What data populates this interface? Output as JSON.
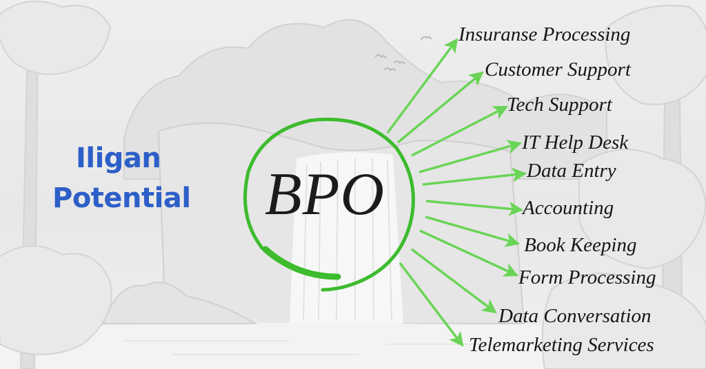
{
  "title": {
    "line1": "Iligan",
    "line2": "Potential",
    "color": "#2d5fc8"
  },
  "center": {
    "label": "BPO",
    "circle_color": "#3dbb2d",
    "arrow_color": "#6ad456"
  },
  "services": [
    {
      "label": "Insuranse Processing"
    },
    {
      "label": "Customer Support"
    },
    {
      "label": "Tech Support"
    },
    {
      "label": "IT Help Desk"
    },
    {
      "label": "Data Entry"
    },
    {
      "label": "Accounting"
    },
    {
      "label": "Book Keeping"
    },
    {
      "label": "Form Processing"
    },
    {
      "label": "Data Conversation"
    },
    {
      "label": "Telemarketing Services"
    }
  ],
  "background": {
    "scene": "faded pencil sketch of forest and waterfall",
    "icons": [
      "tree-icon",
      "waterfall-icon",
      "bird-icon"
    ]
  }
}
